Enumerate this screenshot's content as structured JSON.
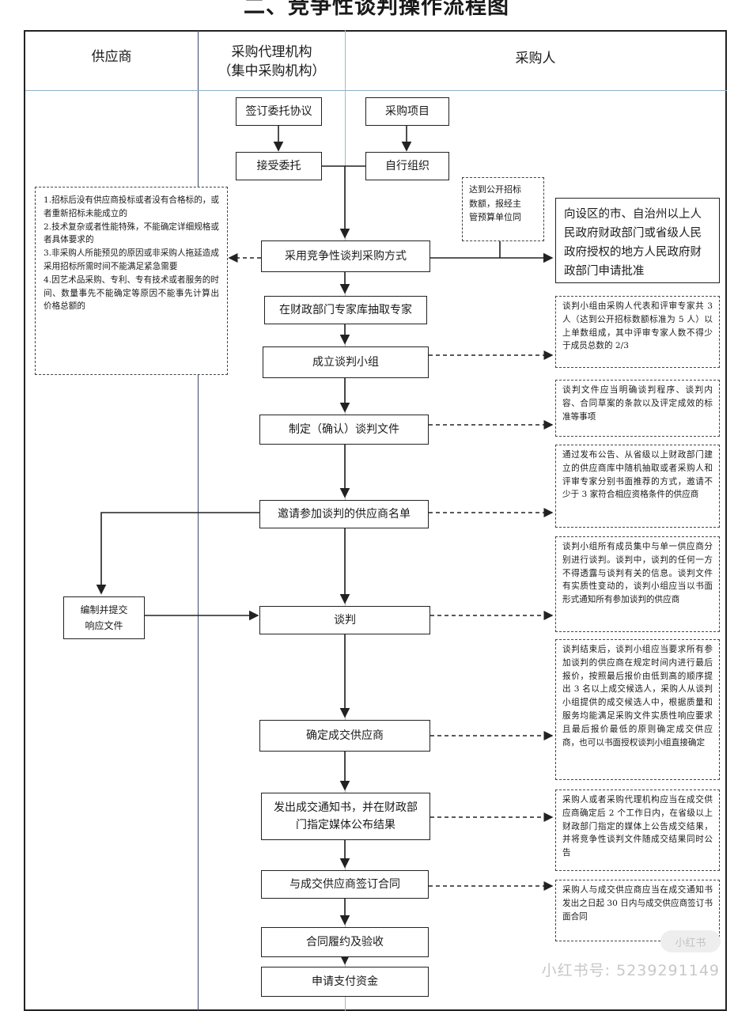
{
  "title": "二、竞争性谈判操作流程图",
  "lanes": {
    "supplier": "供应商",
    "agency_line1": "采购代理机构",
    "agency_line2": "（集中采购机构）",
    "purchaser": "采购人"
  },
  "boxes": {
    "sign_agreement": "签订委托协议",
    "project": "采购项目",
    "accept": "接受委托",
    "self_org": "自行组织",
    "adopt_method": "采用竞争性谈判采购方式",
    "draw_experts": "在财政部门专家库抽取专家",
    "form_group": "成立谈判小组",
    "make_docs": "制定（确认）谈判文件",
    "invite_list": "邀请参加谈判的供应商名单",
    "prepare_response_l1": "编制并提交",
    "prepare_response_l2": "响应文件",
    "negotiate": "谈判",
    "confirm_supplier": "确定成交供应商",
    "notice_l1": "发出成交通知书，并在财政部",
    "notice_l2": "门指定媒体公布结果",
    "sign_contract": "与成交供应商签订合同",
    "perform": "合同履约及验收",
    "pay": "申请支付资金"
  },
  "notes": {
    "threshold_l1": "达到公开招标",
    "threshold_l2": "数额，报经主",
    "threshold_l3": "管预算单位同",
    "approval": "向设区的市、自治州以上人民政府财政部门或省级人民政府授权的地方人民政府财政部门申请批准",
    "conditions": [
      "1.招标后没有供应商投标或者没有合格标的，或者重新招标未能成立的",
      "2.技术复杂或者性能特殊，不能确定详细规格或者具体要求的",
      "3.非采购人所能预见的原因或非采购人拖延造成采用招标所需时间不能满足紧急需要",
      "4.因艺术品采购、专利、专有技术或者服务的时间、数量事先不能确定等原因不能事先计算出价格总额的"
    ],
    "group": "谈判小组由采购人代表和评审专家共 3 人（达到公开招标数额标准为 5 人）以上单数组成，其中评审专家人数不得少于成员总数的 2/3",
    "docs": "谈判文件应当明确谈判程序、谈判内容、合同草案的条款以及评定成效的标准等事项",
    "invite": "通过发布公告、从省级以上财政部门建立的供应商库中随机抽取或者采购人和评审专家分别书面推荐的方式，邀请不少于 3 家符合相应资格条件的供应商",
    "negotiation": "谈判小组所有成员集中与单一供应商分别进行谈判。谈判中，谈判的任何一方不得透露与谈判有关的信息。谈判文件有实质性变动的，谈判小组应当以书面形式通知所有参加谈判的供应商",
    "confirm": "谈判结束后，谈判小组应当要求所有参加谈判的供应商在规定时间内进行最后报价，按照最后报价由低到高的顺序提出 3 名以上成交候选人，采购人从谈判小组提供的成交候选人中，根据质量和服务均能满足采购文件实质性响应要求且最后报价最低的原则确定成交供应商，也可以书面授权谈判小组直接确定",
    "publish": "采购人或者采购代理机构应当在成交供应商确定后 2 个工作日内，在省级以上财政部门指定的媒体上公告成交结果，并将竞争性谈判文件随成交结果同时公告",
    "contract": "采购人与成交供应商应当在成交通知书发出之日起 30 日内与成交供应商签订书面合同"
  },
  "watermark": {
    "badge": "小红书",
    "text": "小红书号: 5239291149"
  }
}
